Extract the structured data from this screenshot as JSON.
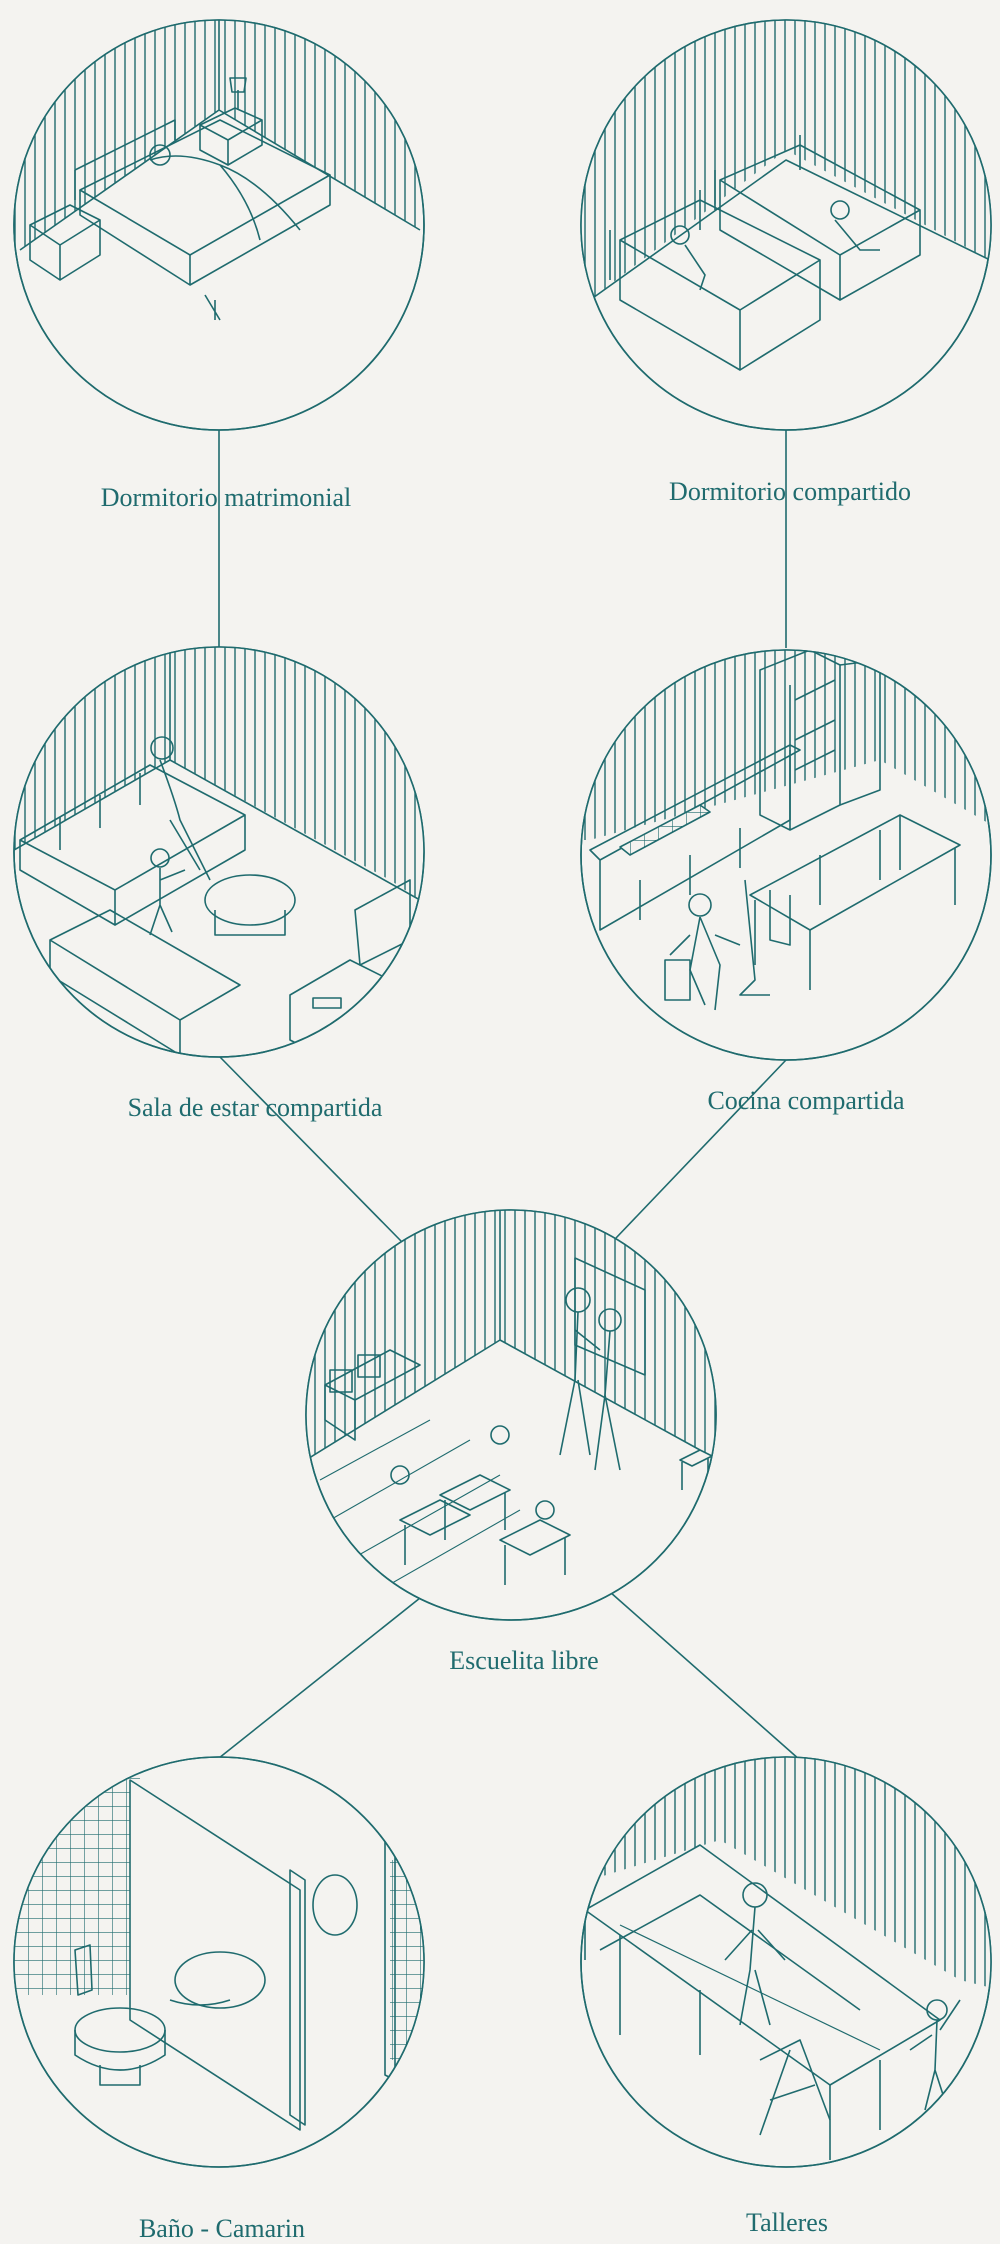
{
  "theme": {
    "line_color": "#1f6b6e",
    "background": "#f4f3f0"
  },
  "rooms": [
    {
      "id": "dormitorio-matrimonial",
      "label": "Dormitorio matrimonial",
      "illustration": "bedroom-double"
    },
    {
      "id": "dormitorio-compartido",
      "label": "Dormitorio compartido",
      "illustration": "bedroom-shared"
    },
    {
      "id": "sala-de-estar",
      "label": "Sala de estar compartida",
      "illustration": "living-room"
    },
    {
      "id": "cocina",
      "label": "Cocina compartida",
      "illustration": "kitchen"
    },
    {
      "id": "escuelita",
      "label": "Escuelita libre",
      "illustration": "classroom"
    },
    {
      "id": "bano",
      "label": "Baño - Camarin",
      "illustration": "bathroom"
    },
    {
      "id": "talleres",
      "label": "Talleres",
      "illustration": "workshop"
    }
  ],
  "connections": [
    [
      "dormitorio-matrimonial",
      "sala-de-estar"
    ],
    [
      "dormitorio-compartido",
      "cocina"
    ],
    [
      "sala-de-estar",
      "escuelita"
    ],
    [
      "cocina",
      "escuelita"
    ],
    [
      "escuelita",
      "bano"
    ],
    [
      "escuelita",
      "talleres"
    ]
  ]
}
